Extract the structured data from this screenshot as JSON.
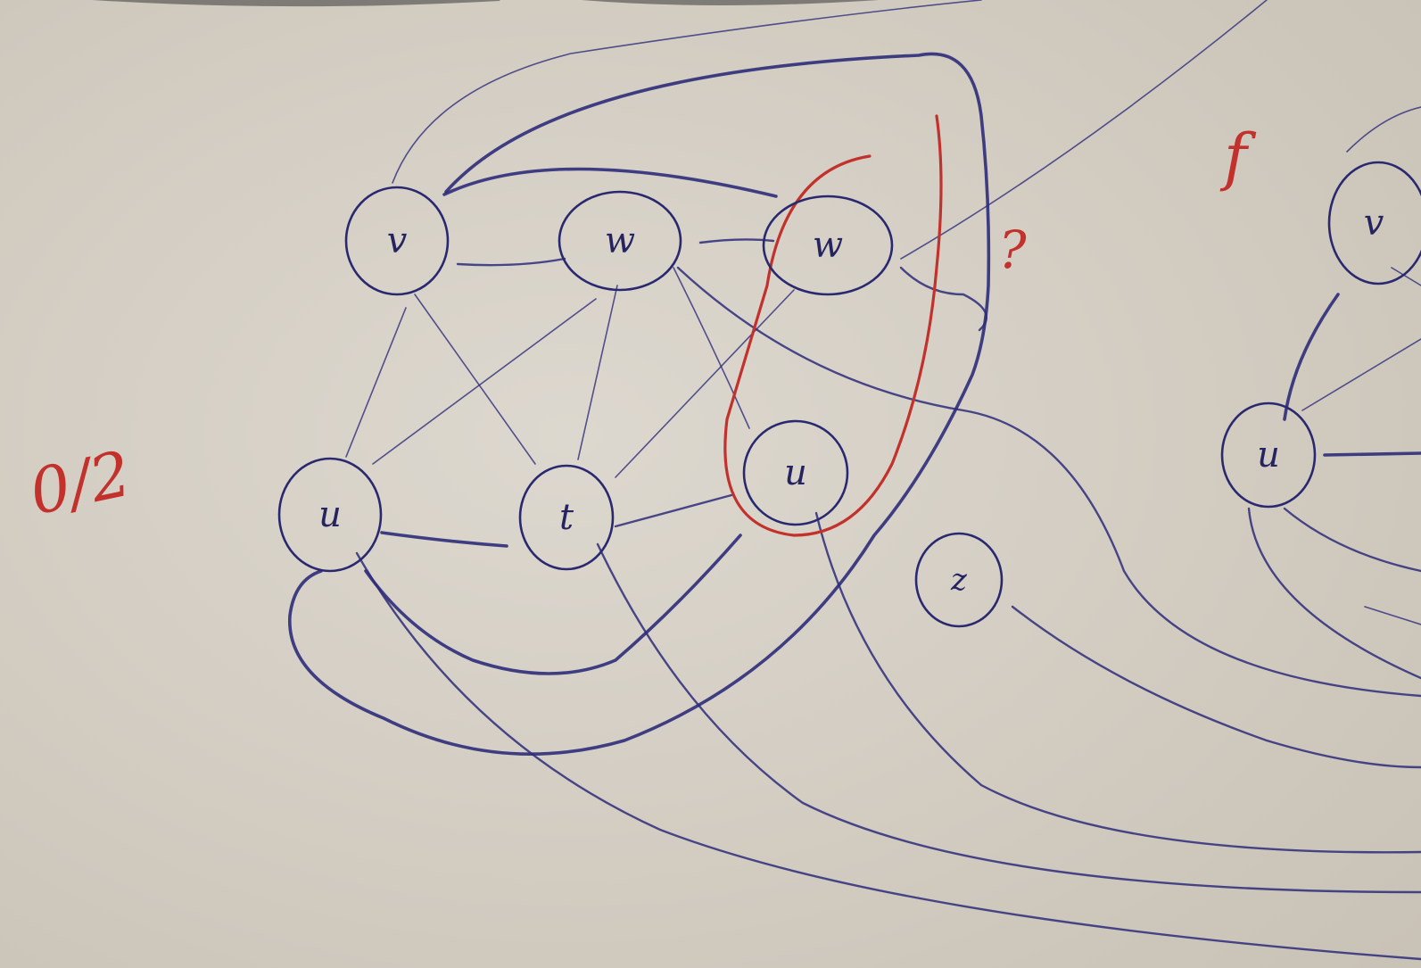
{
  "diagram": {
    "nodes": [
      {
        "id": "v1",
        "label": "v"
      },
      {
        "id": "w1",
        "label": "w"
      },
      {
        "id": "w2",
        "label": "w"
      },
      {
        "id": "u1",
        "label": "u"
      },
      {
        "id": "t",
        "label": "t"
      },
      {
        "id": "u2",
        "label": "u"
      },
      {
        "id": "z",
        "label": "z"
      },
      {
        "id": "v2",
        "label": "v"
      },
      {
        "id": "u3",
        "label": "u"
      }
    ],
    "edges": [
      [
        "v1",
        "w1"
      ],
      [
        "w1",
        "w2"
      ],
      [
        "v1",
        "u1"
      ],
      [
        "v1",
        "t"
      ],
      [
        "w1",
        "u1"
      ],
      [
        "w1",
        "t"
      ],
      [
        "w2",
        "t"
      ],
      [
        "u1",
        "t"
      ],
      [
        "t",
        "u2"
      ],
      [
        "v1",
        "w2"
      ],
      [
        "w1",
        "u2"
      ],
      [
        "v2",
        "u3"
      ]
    ]
  },
  "annotations": {
    "grade": "0/2",
    "mark": "f",
    "question_mark": "?"
  },
  "colors": {
    "ink_blue": "#2e2c7a",
    "ink_red": "#c2312c",
    "paper": "#d6d0c6"
  }
}
